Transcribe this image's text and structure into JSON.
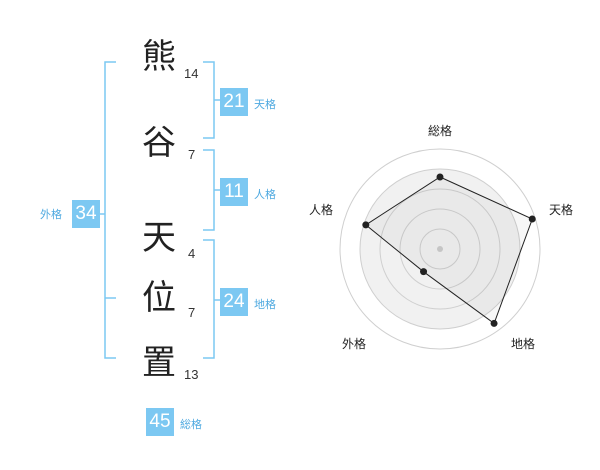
{
  "name_chars": [
    {
      "char": "熊",
      "strokes": "14"
    },
    {
      "char": "谷",
      "strokes": "7"
    },
    {
      "char": "天",
      "strokes": "4"
    },
    {
      "char": "位",
      "strokes": "7"
    },
    {
      "char": "置",
      "strokes": "13"
    }
  ],
  "kaku": {
    "tenkaku": {
      "value": "21",
      "label": "天格"
    },
    "jinkaku": {
      "value": "11",
      "label": "人格"
    },
    "chikaku": {
      "value": "24",
      "label": "地格"
    },
    "gaikaku": {
      "value": "34",
      "label": "外格"
    },
    "soukaku": {
      "value": "45",
      "label": "総格"
    }
  },
  "colors": {
    "accent": "#7cc8f2",
    "bracket": "#7cc8f2",
    "label": "#4ea9e0"
  },
  "chart_data": {
    "type": "radar",
    "axes": [
      "総格",
      "天格",
      "地格",
      "外格",
      "人格"
    ],
    "values": [
      0.72,
      0.97,
      0.92,
      0.28,
      0.78
    ],
    "range": [
      0,
      1
    ],
    "rings": 4
  }
}
